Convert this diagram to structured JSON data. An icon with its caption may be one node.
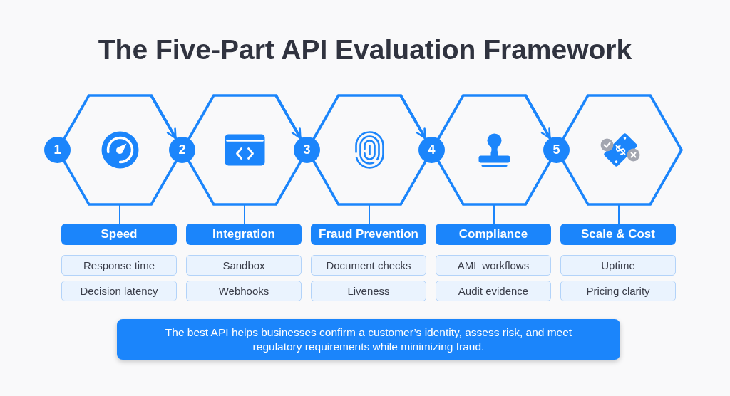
{
  "diagram": {
    "title": "The Five-Part API Evaluation Framework",
    "nodes": [
      {
        "text": [
          "1"
        ]
      },
      {
        "text": [],
        "shape": "hexagon"
      },
      {
        "text": [
          "2"
        ]
      },
      {
        "text": [],
        "shape": "hexagon"
      },
      {
        "text": [
          "3"
        ]
      },
      {
        "text": [],
        "shape": "hexagon"
      },
      {
        "text": [
          "4"
        ]
      },
      {
        "text": [],
        "shape": "hexagon"
      },
      {
        "text": [
          "5"
        ]
      },
      {
        "text": [],
        "shape": "hexagon"
      },
      {
        "text": [
          "Speed"
        ]
      },
      {
        "text": [
          "Integration"
        ]
      },
      {
        "text": [
          "Fraud Prevention"
        ]
      },
      {
        "text": [
          "Compliance"
        ]
      },
      {
        "text": [
          "Scale & Cost"
        ]
      },
      {
        "text": [
          "Response time"
        ]
      },
      {
        "text": [
          "Sandbox"
        ]
      },
      {
        "text": [
          "Document checks"
        ]
      },
      {
        "text": [
          "AML workflows"
        ]
      },
      {
        "text": [
          "Uptime"
        ]
      },
      {
        "text": [
          "Decision latency"
        ]
      },
      {
        "text": [
          "Webhooks"
        ]
      },
      {
        "text": [
          "Liveness"
        ]
      },
      {
        "text": [
          "Audit evidence"
        ]
      },
      {
        "text": [
          "Pricing clarity"
        ]
      },
      {
        "text": [
          "The best API helps businesses confirm a customer’s identity, assess risk, and meet regulatory requirements while minimizing fraud."
        ]
      }
    ],
    "edges": [
      {
        "from": 1,
        "to": 2,
        "arrow": "to",
        "style": "thick"
      },
      {
        "from": 3,
        "to": 4,
        "arrow": "to",
        "style": "thick"
      },
      {
        "from": 5,
        "to": 6,
        "arrow": "to",
        "style": "thick"
      },
      {
        "from": 7,
        "to": 8,
        "arrow": "to",
        "style": "thick"
      },
      {
        "from": 1,
        "to": 10,
        "arrow": "none"
      },
      {
        "from": 3,
        "to": 11,
        "arrow": "none"
      },
      {
        "from": 5,
        "to": 12,
        "arrow": "none"
      },
      {
        "from": 7,
        "to": 13,
        "arrow": "none"
      },
      {
        "from": 9,
        "to": 14,
        "arrow": "none"
      }
    ]
  }
}
